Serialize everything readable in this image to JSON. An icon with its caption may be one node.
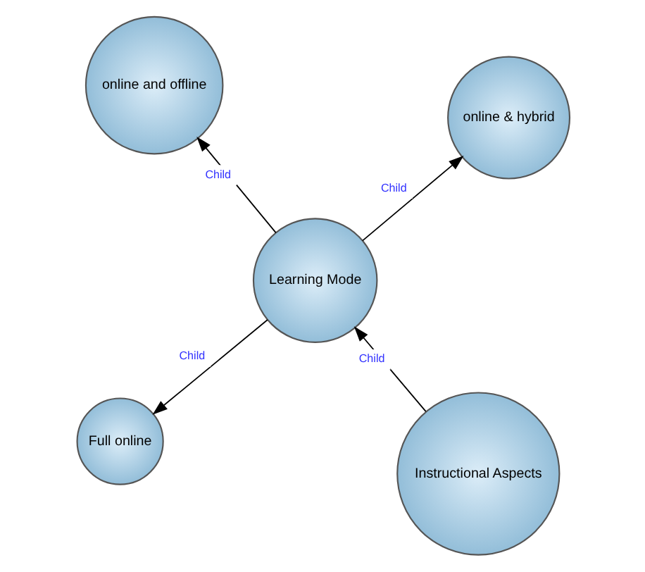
{
  "diagram": {
    "nodes": [
      {
        "text": [
          "Full online"
        ]
      },
      {
        "text": [
          "Instructional Aspects"
        ]
      },
      {
        "text": [
          "Learning Mode"
        ]
      },
      {
        "text": [
          "online and offline"
        ]
      },
      {
        "text": [
          "online & hybrid"
        ]
      }
    ],
    "edges": [
      {
        "from": 1,
        "to": 2,
        "arrow": "to",
        "label": "Child"
      },
      {
        "from": 2,
        "to": 0,
        "arrow": "to",
        "label": "Child"
      },
      {
        "from": 2,
        "to": 3,
        "arrow": "to",
        "label": "Child"
      },
      {
        "from": 2,
        "to": 4,
        "arrow": "to",
        "label": "Child"
      }
    ]
  }
}
